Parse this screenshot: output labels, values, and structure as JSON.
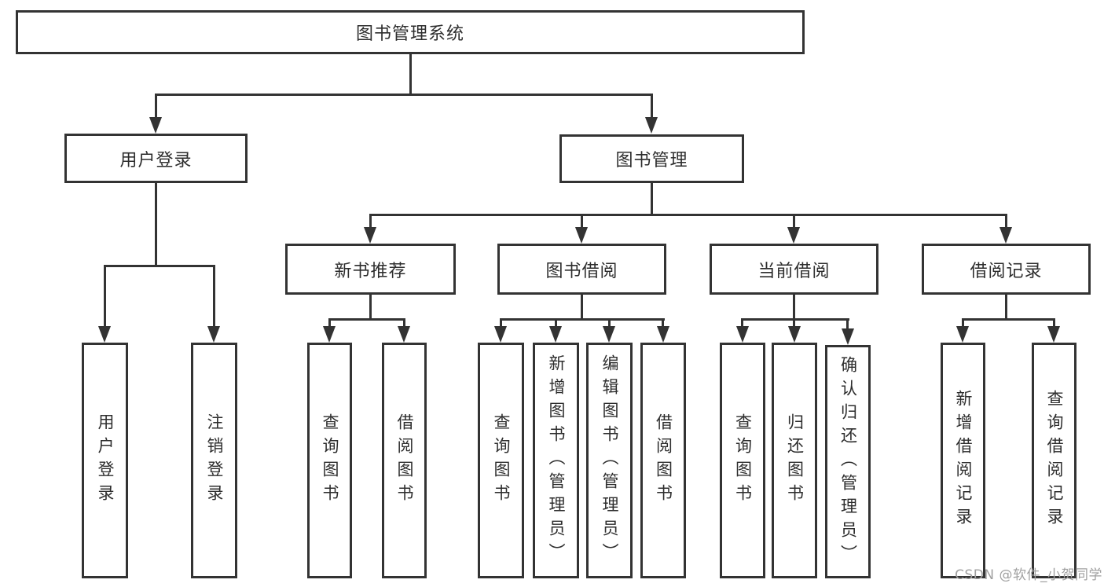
{
  "tree": {
    "label": "图书管理系统",
    "children": [
      {
        "label": "用户登录",
        "children": [
          {
            "label": "用户登录"
          },
          {
            "label": "注销登录"
          }
        ]
      },
      {
        "label": "图书管理",
        "children": [
          {
            "label": "新书推荐",
            "children": [
              {
                "label": "查询图书"
              },
              {
                "label": "借阅图书"
              }
            ]
          },
          {
            "label": "图书借阅",
            "children": [
              {
                "label": "查询图书"
              },
              {
                "label": "新增图书（管理员）"
              },
              {
                "label": "编辑图书（管理员）"
              },
              {
                "label": "借阅图书"
              }
            ]
          },
          {
            "label": "当前借阅",
            "children": [
              {
                "label": "查询图书"
              },
              {
                "label": "归还图书"
              },
              {
                "label": "确认归还（管理员）"
              }
            ]
          },
          {
            "label": "借阅记录",
            "children": [
              {
                "label": "新增借阅记录"
              },
              {
                "label": "查询借阅记录"
              }
            ]
          }
        ]
      }
    ]
  },
  "watermark": {
    "text": "CSDN @软件_小贺同学"
  },
  "colors": {
    "line": "#333333",
    "text": "#2d2d2d",
    "background": "#ffffff",
    "watermark": "#a0a0a0"
  }
}
